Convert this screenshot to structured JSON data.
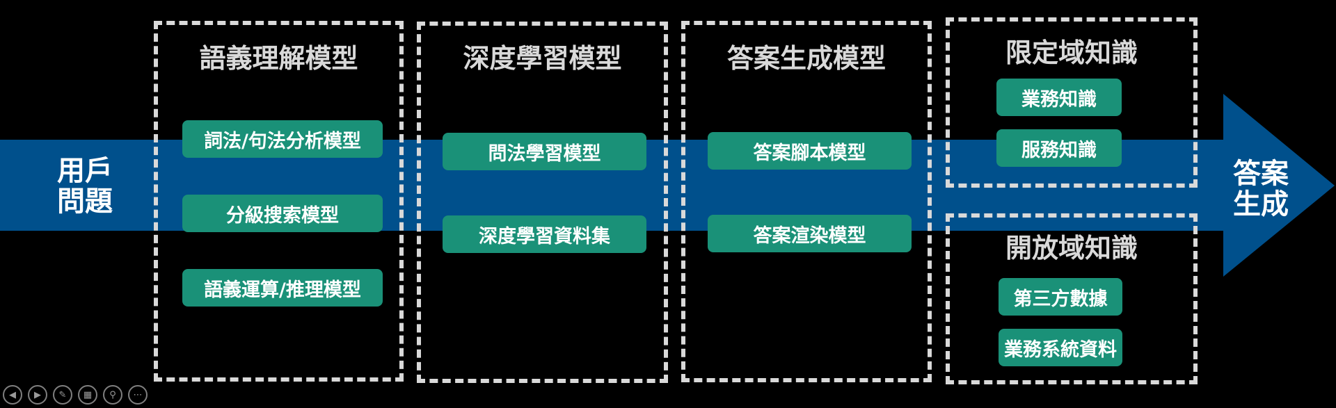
{
  "diagram": {
    "start_label": "用戶\n問題",
    "end_label": "答案\n生成",
    "colors": {
      "background": "#000000",
      "arrow": "#00508c",
      "box_border": "#d9d9d9",
      "title_text": "#d9d9d9",
      "pill_fill": "#1a9178",
      "pill_text": "#ffffff"
    },
    "boxes": [
      {
        "title": "語義理解模型",
        "items": [
          "詞法/句法分析模型",
          "分級搜索模型",
          "語義運算/推理模型"
        ]
      },
      {
        "title": "深度學習模型",
        "items": [
          "問法學習模型",
          "深度學習資料集"
        ]
      },
      {
        "title": "答案生成模型",
        "items": [
          "答案腳本模型",
          "答案渲染模型"
        ]
      },
      {
        "title": "限定域知識",
        "items": [
          "業務知識",
          "服務知識"
        ]
      },
      {
        "title": "開放域知識",
        "items": [
          "第三方數據",
          "業務系統資料"
        ]
      }
    ]
  },
  "slideshow_controls": [
    {
      "name": "previous-slide-icon",
      "glyph": "◀"
    },
    {
      "name": "next-slide-icon",
      "glyph": "▶"
    },
    {
      "name": "pen-icon",
      "glyph": "✎"
    },
    {
      "name": "slide-sorter-icon",
      "glyph": "▦"
    },
    {
      "name": "zoom-icon",
      "glyph": "⚲"
    },
    {
      "name": "more-options-icon",
      "glyph": "⋯"
    }
  ]
}
